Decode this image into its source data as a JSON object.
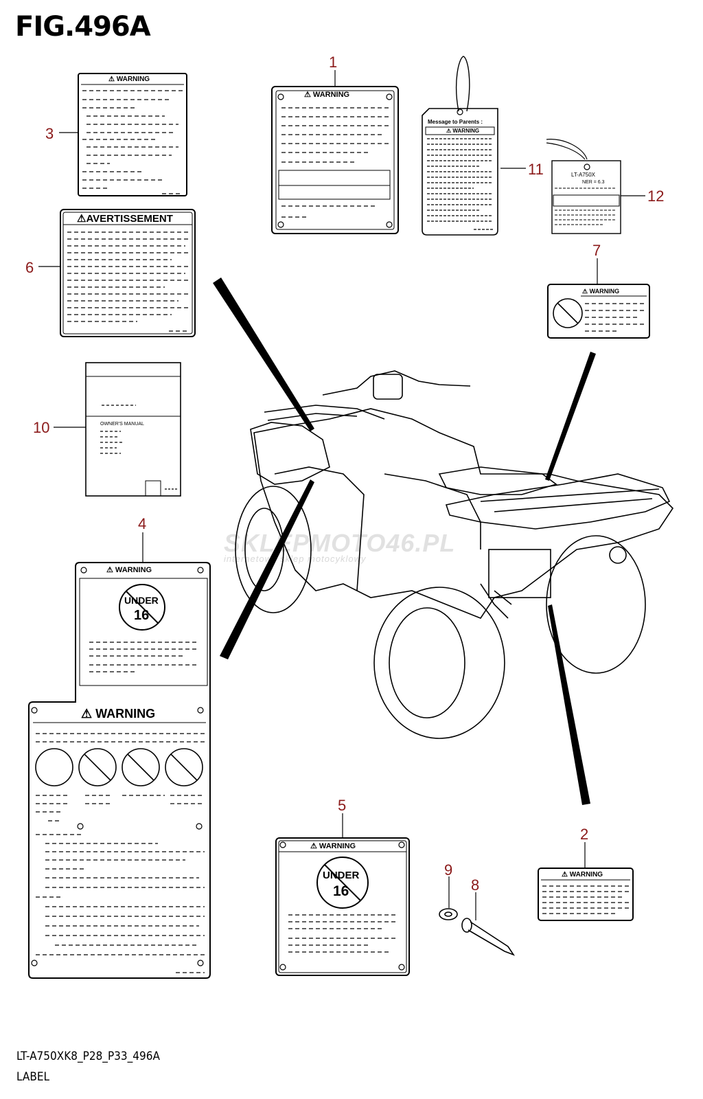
{
  "figure": {
    "title": "FIG.496A"
  },
  "callouts": [
    "1",
    "2",
    "3",
    "4",
    "5",
    "6",
    "7",
    "8",
    "9",
    "10",
    "11",
    "12"
  ],
  "labels": {
    "warning": "WARNING",
    "avertissement": "AVERTISSEMENT",
    "under": "UNDER",
    "age": "16",
    "message_to_parents": "Message to Parents :",
    "owners_manual": "OWNER'S MANUAL",
    "tag_model": "LT-A750X",
    "tag_ner": "NER = 6.3"
  },
  "watermark": {
    "brand": "SKLEPMOTO46.PL",
    "tagline": "internetowy sklep motocyklowy"
  },
  "footer": {
    "code": "LT-A750XK8_P28_P33_496A",
    "name": "LABEL"
  }
}
